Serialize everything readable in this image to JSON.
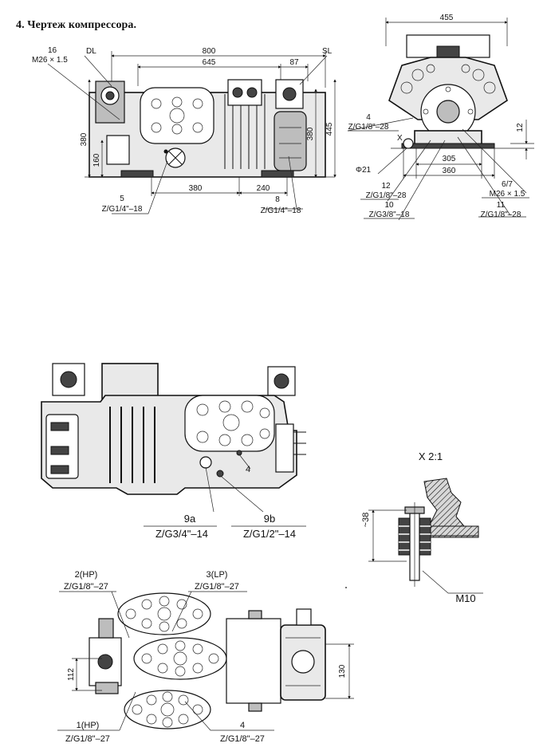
{
  "heading": "4. Чертеж компрессора.",
  "side_view": {
    "dim_total_length": "800",
    "dim_inner_length": "645",
    "dim_small": "87",
    "label_dl": "DL",
    "label_sl": "SL",
    "port16_num": "16",
    "port16_thread": "M26 × 1.5",
    "dim_height_left": "380",
    "dim_base_left": "160",
    "dim_height_right": "380",
    "dim_total_height": "445",
    "dim_foot_span": "380",
    "dim_foot_right": "240",
    "port5_num": "5",
    "port5_thread": "Z/G1/4\"–18",
    "port8_num": "8",
    "port8_thread": "Z/G1/4\"–18"
  },
  "end_view": {
    "dim_width": "455",
    "port4_num": "4",
    "port4_thread": "Z/G1/8\"–28",
    "dim_base_height": "12",
    "dim_bolt_inner": "305",
    "dim_bolt_outer": "360",
    "dim_hole": "Φ21",
    "port12_num": "12",
    "port12_thread": "Z/G1/8\"–28",
    "port10_num": "10",
    "port10_thread": "Z/G3/8\"–18",
    "port67_num": "6/7",
    "port67_thread": "M26 × 1.5",
    "port11_num": "11",
    "port11_thread": "Z/G1/8\"–28",
    "x_mark": "X"
  },
  "front_view": {
    "port4_num": "4",
    "port9a_num": "9a",
    "port9a_thread": "Z/G3/4\"–14",
    "port9b_num": "9b",
    "port9b_thread": "Z/G1/2\"–14"
  },
  "detail_view": {
    "title": "X 2:1",
    "dim_height": "~38",
    "bolt": "M10"
  },
  "top_view": {
    "port2_num": "2(HP)",
    "port2_thread": "Z/G1/8\"–27",
    "port3_num": "3(LP)",
    "port3_thread": "Z/G1/8\"–27",
    "port1_num": "1(HP)",
    "port1_thread": "Z/G1/8\"–27",
    "port4_num": "4",
    "port4_thread": "Z/G1/8\"–27",
    "dim_left": "112",
    "dim_right": "130"
  }
}
